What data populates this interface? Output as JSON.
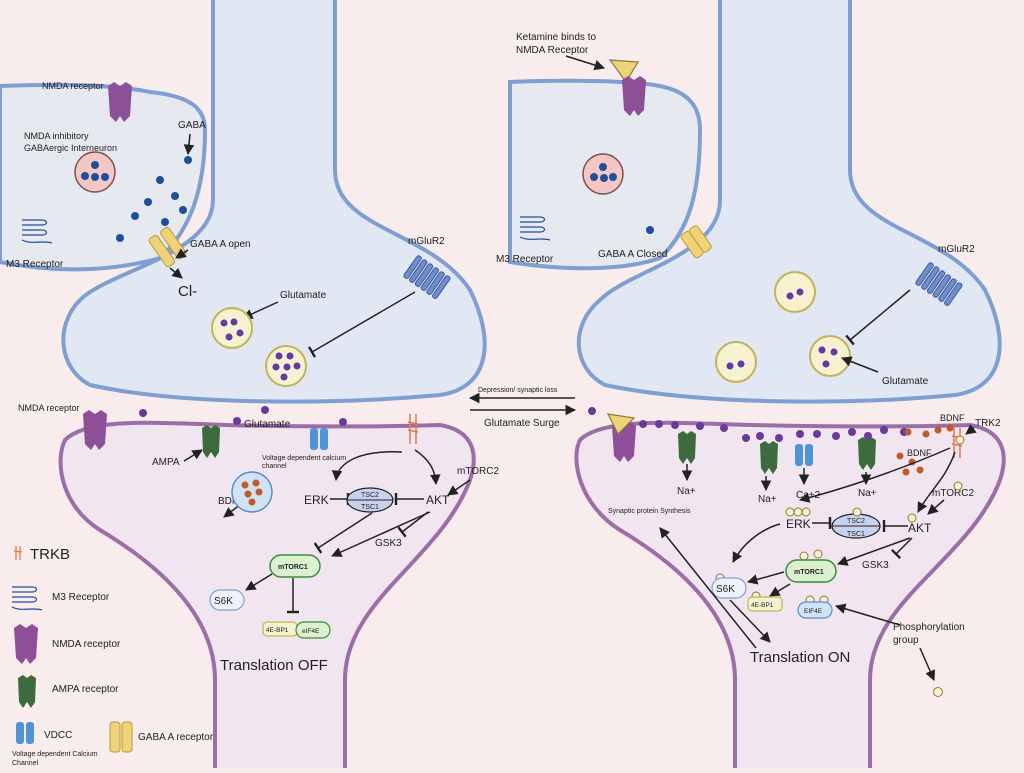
{
  "left": {
    "nmda_receptor_top": "NMDA receptor",
    "interneuron": [
      "NMDA inhibitory",
      "GABAergic Interneuron"
    ],
    "gaba": "GABA",
    "m3_receptor": "M3 Receptor",
    "gaba_a_open": "GABA A open",
    "cl": "Cl-",
    "mglur2": "mGluR2",
    "glutamate_vesicle": "Glutamate",
    "nmda_receptor_membrane": "NMDA receptor",
    "glutamate_membrane": "Glutamate",
    "ampa": "AMPA",
    "vdcc": [
      "Voltage dependent calcium",
      "channel"
    ],
    "mtorc2": "mTORC2",
    "erk": "ERK",
    "tsc2": "TSC2",
    "tsc1": "TSC1",
    "akt": "AKT",
    "bdnf": "BDNF",
    "gsk3": "GSK3",
    "mtorc1": "mTORC1",
    "s6k": "S6K",
    "ebp1": "4E-BP1",
    "eif4e": "eIF4E",
    "translation": "Translation OFF"
  },
  "middle": {
    "depression": "Depression/ synaptic loss",
    "surge": "Glutamate Surge"
  },
  "right": {
    "ketamine": [
      "Ketamine binds to",
      "NMDA Receptor"
    ],
    "m3_receptor": "M3 Receptor",
    "gaba_a_closed": "GABA A Closed",
    "mglur2": "mGluR2",
    "glutamate": "Glutamate",
    "bdnf_top": "BDNF",
    "trk2": "TRK2",
    "bdnf_mid": "BDNF",
    "na1": "Na+",
    "na2": "Na+",
    "ca2": "Ca+2",
    "na3": "Na+",
    "synaptic_protein": "Synaptic protein Synthesis",
    "mtorc2": "mTORC2",
    "erk": "ERK",
    "tsc2": "TSC2",
    "tsc1": "TSC1",
    "akt": "AKT",
    "gsk3": "GSK3",
    "mtorc1": "mTORC1",
    "s6k": "S6K",
    "ebp1": "4E-BP1",
    "eif4e": "EIF4E",
    "phospho": [
      "Phosphorylation",
      "group"
    ],
    "translation": "Translation ON"
  },
  "legend": {
    "trkb": "TRKB",
    "m3": "M3 Receptor",
    "nmda": "NMDA receptor",
    "ampa": "AMPA receptor",
    "vdcc": "VDCC",
    "vdcc_sub": [
      "Voltage dependent Calcium",
      "Channel"
    ],
    "gaba_a": "GABA A receptor"
  },
  "colors": {
    "neuron_fill": "#e1e7f3",
    "neuron_stroke": "#7f9fd2",
    "post_fill": "#f1e6ef",
    "post_stroke": "#9b6ea8",
    "vesicle_fill": "#f6f2cf",
    "vesicle_stroke": "#c2b35a",
    "nmda": "#8d4f97",
    "ampa": "#3d6b3d",
    "vdcc": "#4f94d8",
    "gaba_a": "#f0d278",
    "glutamate_dot": "#6a3a9a",
    "gaba_dot": "#1f4f9b",
    "bdnf_dot": "#c2592b"
  }
}
